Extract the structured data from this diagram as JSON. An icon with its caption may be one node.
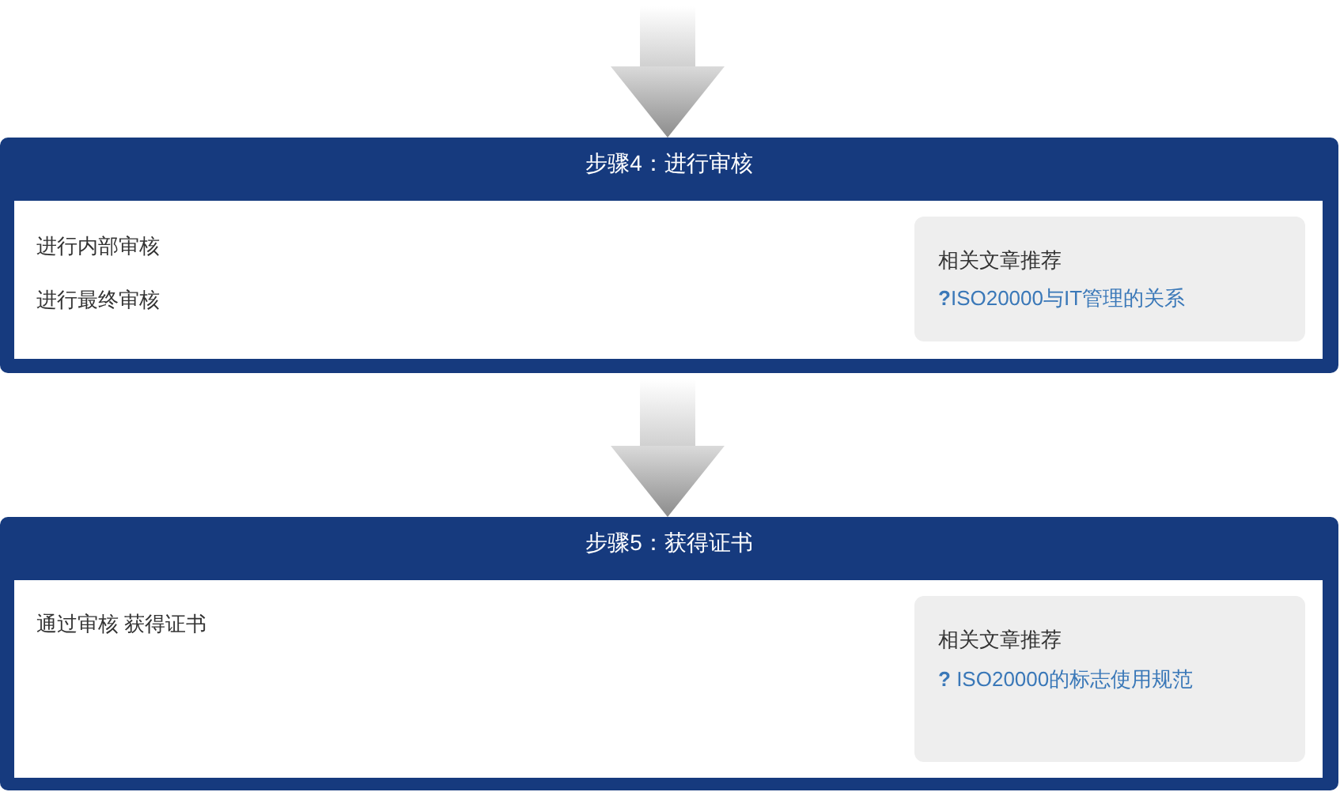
{
  "diagram": {
    "nodes": [
      {
        "text": [
          "步骤4：进行审核",
          "进行内部审核",
          "进行最终审核"
        ]
      },
      {
        "text": [
          "相关文章推荐",
          "**?**ISO20000与IT管理的关系"
        ],
        "in": 0
      },
      {
        "text": [
          "步骤5：获得证书",
          "通过审核 获得证书"
        ]
      },
      {
        "text": [
          "相关文章推荐",
          "**?** ISO20000的标志使用规范"
        ],
        "in": 2
      }
    ],
    "edges": [
      {
        "from": null,
        "to": 0,
        "arrow": "to"
      },
      {
        "from": 0,
        "to": 2,
        "arrow": "to"
      }
    ]
  }
}
